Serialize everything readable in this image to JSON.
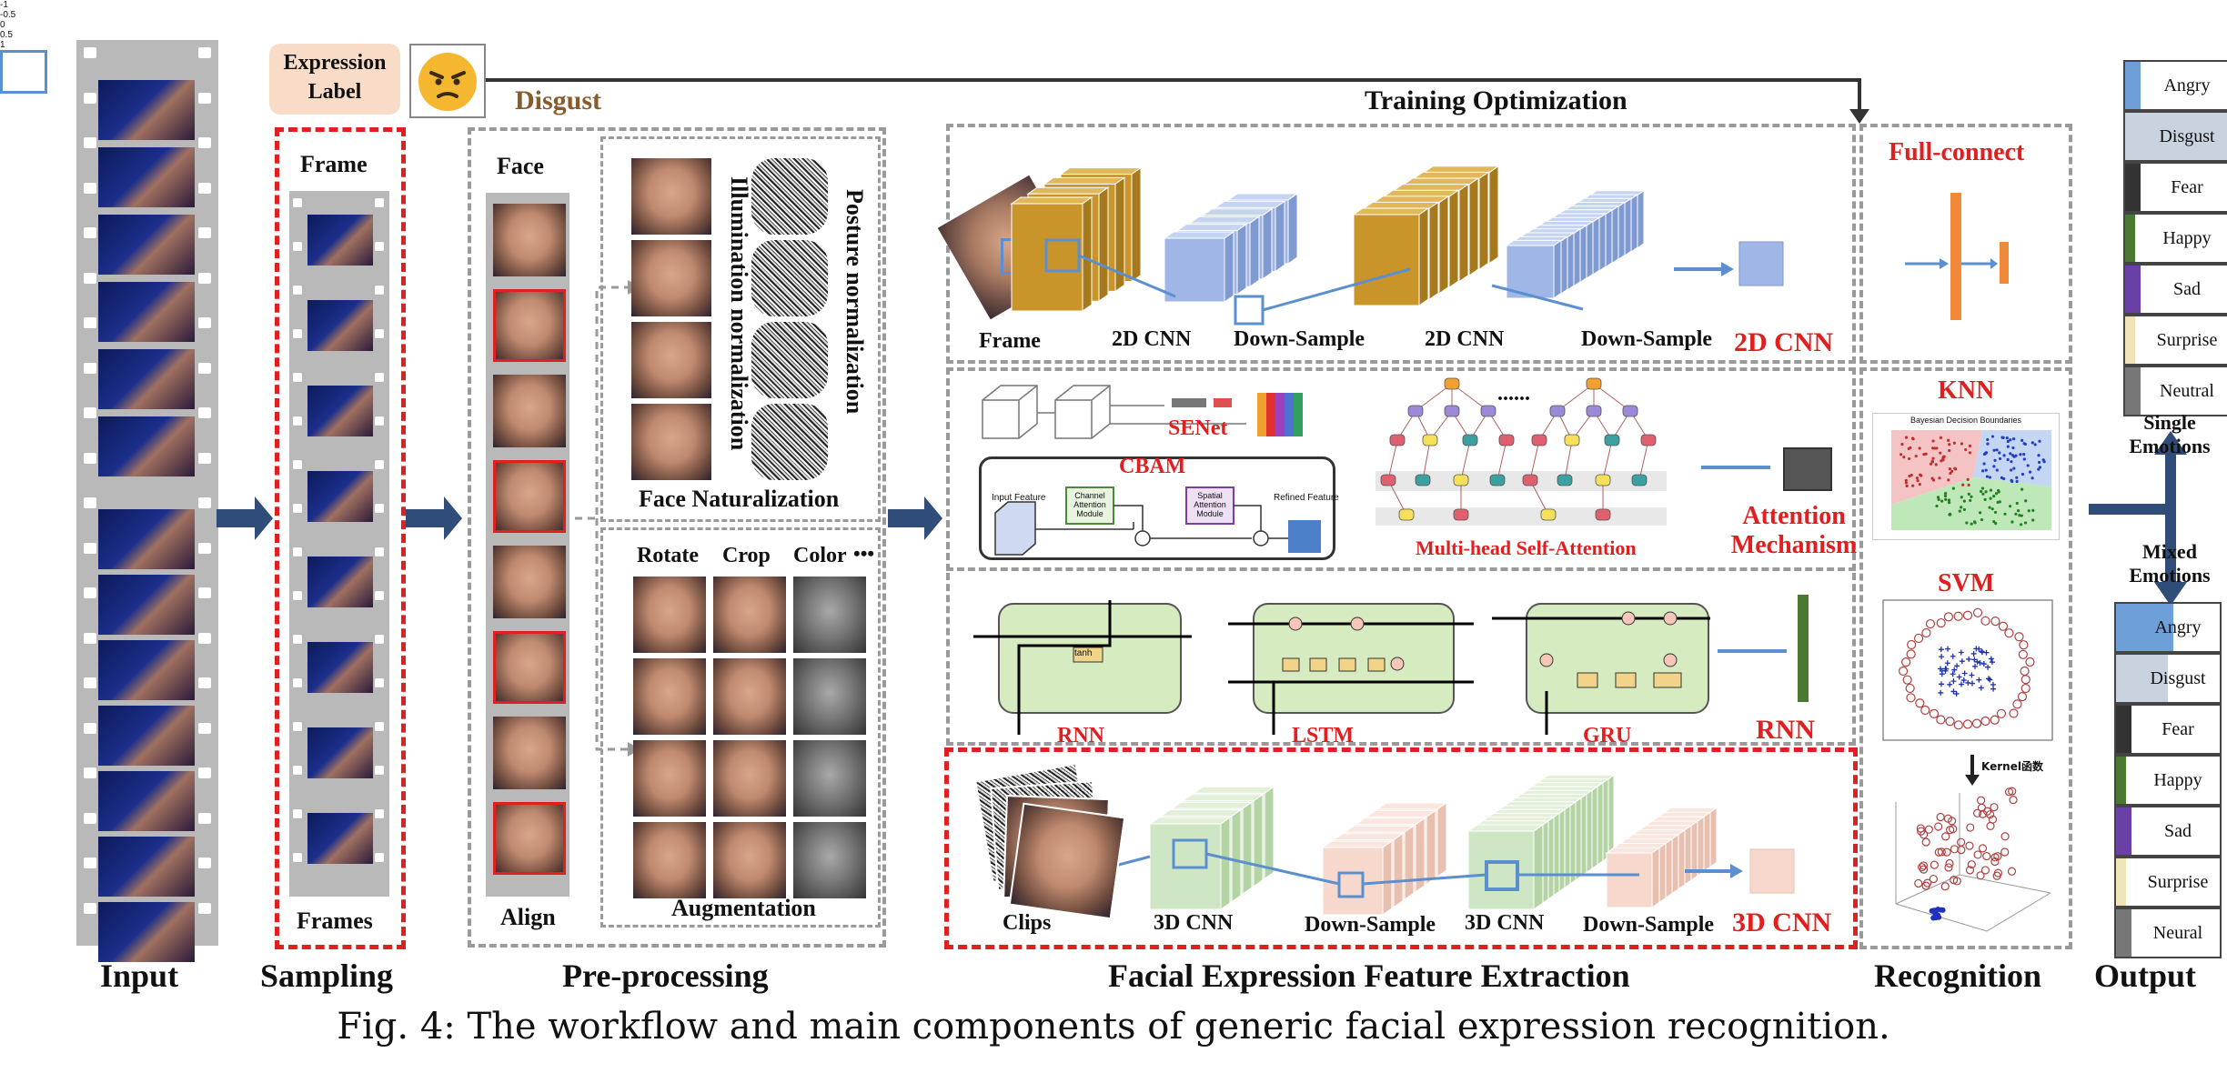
{
  "expression_label": {
    "line1": "Expression",
    "line2": "Label",
    "emotion": "Disgust"
  },
  "top_label": "Training Optimization",
  "stages": {
    "input": "Input",
    "sampling": "Sampling",
    "preprocessing": "Pre-processing",
    "feature_extraction": "Facial Expression Feature Extraction",
    "recognition": "Recognition",
    "output": "Output"
  },
  "sampling": {
    "top": "Frame",
    "bottom": "Frames"
  },
  "preprocessing": {
    "face": "Face",
    "align": "Align",
    "illumination": "Illumination normalization",
    "posture": "Posture normalization",
    "face_naturalization": "Face Naturalization",
    "rotate": "Rotate",
    "crop": "Crop",
    "color": "Color",
    "ellipsis": "•••",
    "augmentation": "Augmentation"
  },
  "cnn2d": {
    "frame": "Frame",
    "cnn_a": "2D CNN",
    "down_a": "Down-Sample",
    "cnn_b": "2D CNN",
    "down_b": "Down-Sample",
    "title": "2D CNN"
  },
  "attention": {
    "senet": "SENet",
    "cbam": "CBAM",
    "cbam_input": "Input Feature",
    "cbam_channel": "Channel Attention Module",
    "cbam_spatial": "Spatial Attention Module",
    "cbam_refined": "Refined Feature",
    "dots": "......",
    "mhsa": "Multi-head Self-Attention",
    "title_line1": "Attention",
    "title_line2": "Mechanism"
  },
  "rnn": {
    "rnn": "RNN",
    "lstm": "LSTM",
    "gru": "GRU",
    "title": "RNN",
    "tanh": "tanh"
  },
  "cnn3d": {
    "clips": "Clips",
    "cnn_a": "3D CNN",
    "down_a": "Down-Sample",
    "cnn_b": "3D CNN",
    "down_b": "Down-Sample",
    "title": "3D CNN"
  },
  "recognition": {
    "full_connect": "Full-connect",
    "knn": "KNN",
    "knn_plot_title": "Bayesian Decision Boundaries",
    "svm": "SVM",
    "kernel": "Kernel函数",
    "svm_ticks": [
      "-1",
      "-0.5",
      "0",
      "0.5",
      "1"
    ]
  },
  "output": {
    "single_line1": "Single",
    "single_line2": "Emotions",
    "mixed_line1": "Mixed",
    "mixed_line2": "Emotions",
    "single": [
      {
        "name": "Angry",
        "color": "#6f9fd8",
        "fill": 0.15
      },
      {
        "name": "Disgust",
        "color": "#c9d3df",
        "fill": 1.0
      },
      {
        "name": "Fear",
        "color": "#333333",
        "fill": 0.15
      },
      {
        "name": "Happy",
        "color": "#4a7a32",
        "fill": 0.1
      },
      {
        "name": "Sad",
        "color": "#6a3fa6",
        "fill": 0.15
      },
      {
        "name": "Surprise",
        "color": "#f1e5b8",
        "fill": 0.1
      },
      {
        "name": "Neutral",
        "color": "#777777",
        "fill": 0.15
      }
    ],
    "mixed": [
      {
        "name": "Angry",
        "color": "#6f9fd8",
        "fill": 0.55
      },
      {
        "name": "Disgust",
        "color": "#c9d3df",
        "fill": 0.5
      },
      {
        "name": "Fear",
        "color": "#333333",
        "fill": 0.15
      },
      {
        "name": "Happy",
        "color": "#4a7a32",
        "fill": 0.1
      },
      {
        "name": "Sad",
        "color": "#6a3fa6",
        "fill": 0.15
      },
      {
        "name": "Surprise",
        "color": "#f1e5b8",
        "fill": 0.1
      },
      {
        "name": "Neural",
        "color": "#777777",
        "fill": 0.15
      }
    ]
  },
  "caption": "Fig. 4: The workflow and main components of generic facial expression recognition."
}
